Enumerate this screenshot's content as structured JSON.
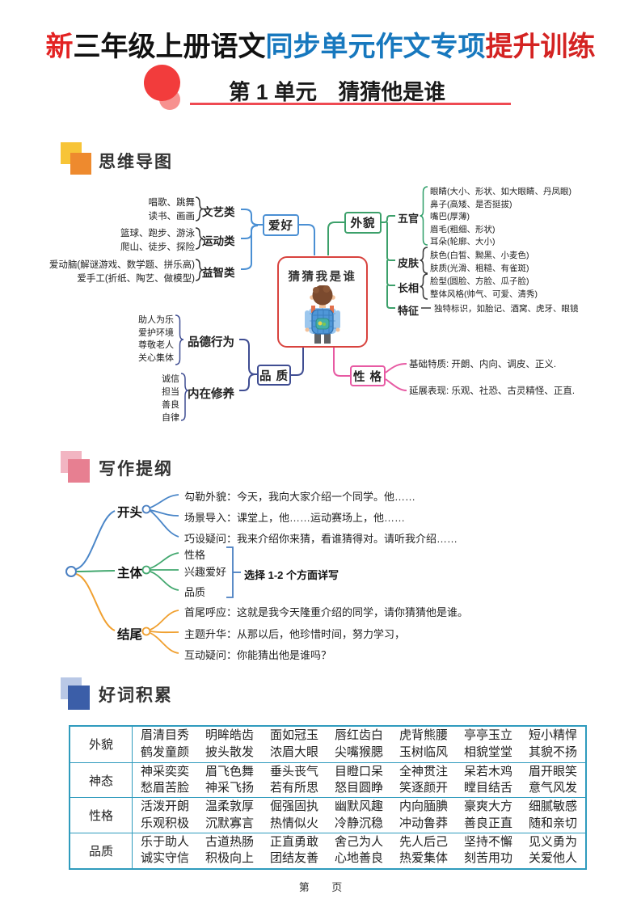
{
  "page": {
    "title_parts": [
      {
        "text": "新",
        "color": "#e32222"
      },
      {
        "text": "三年级上册语文",
        "color": "#111111"
      },
      {
        "text": "同步单元作文专项",
        "color": "#1778be"
      },
      {
        "text": "提升训练",
        "color": "#d42322"
      }
    ],
    "unit_title": "第 1 单元　猜猜他是谁",
    "footer": "第 页"
  },
  "sections": {
    "mindmap_heading": "思维导图",
    "outline_heading": "写作提纲",
    "words_heading": "好词积累"
  },
  "mindmap": {
    "center": "猜猜我是谁",
    "hobby": {
      "label": "爱好",
      "groups": [
        {
          "label": "文艺类",
          "lines": "唱歌、跳舞\n读书、画画"
        },
        {
          "label": "运动类",
          "lines": "篮球、跑步、游泳\n爬山、徒步、探险"
        },
        {
          "label": "益智类",
          "lines": "爱动脑(解谜游戏、数学题、拼乐高)\n爱手工(折纸、陶艺、做模型)"
        }
      ]
    },
    "appearance": {
      "label": "外貌",
      "groups": [
        {
          "label": "五官",
          "lines": "眼睛(大小、形状、如大眼睛、丹凤眼)\n鼻子(高矮、是否挺拔)\n嘴巴(厚薄)\n眉毛(粗细、形状)\n耳朵(轮廓、大小)"
        },
        {
          "label": "皮肤",
          "lines": "肤色(白皙、黝黑、小麦色)\n肤质(光滑、粗糙、有雀斑)"
        },
        {
          "label": "长相",
          "lines": "脸型(圆脸、方脸、瓜子脸)\n整体风格(帅气、可爱、清秀)"
        },
        {
          "label": "特征",
          "lines": "独特标识，如胎记、酒窝、虎牙、眼镜"
        }
      ]
    },
    "quality": {
      "label": "品 质",
      "groups": [
        {
          "label": "品德行为",
          "lines": "助人为乐\n爱护环境\n尊敬老人\n关心集体"
        },
        {
          "label": "内在修养",
          "lines": "诚信\n担当\n善良\n自律"
        }
      ]
    },
    "personality": {
      "label": "性 格",
      "items": [
        "基础特质: 开朗、内向、调皮、正义.",
        "延展表现: 乐观、社恐、古灵精怪、正直."
      ]
    }
  },
  "outline": {
    "nodes": [
      {
        "label": "开头",
        "items": [
          "勾勒外貌：今天，我向大家介绍一个同学。他……",
          "场景导入：课堂上，他……运动赛场上，他……",
          "巧设疑问：我来介绍你来猜，看谁猜得对。请听我介绍……"
        ]
      },
      {
        "label": "主体",
        "items": [
          "性格",
          "兴趣爱好",
          "品质"
        ],
        "note": "选择 1-2 个方面详写"
      },
      {
        "label": "结尾",
        "items": [
          "首尾呼应：这就是我今天隆重介绍的同学，请你猜猜他是谁。",
          "主题升华：从那以后，他珍惜时间，努力学习，",
          "互动疑问：你能猜出他是谁吗？"
        ]
      }
    ]
  },
  "words_table": {
    "rows": [
      {
        "label": "外貌",
        "line1": [
          "眉清目秀",
          "明眸皓齿",
          "面如冠玉",
          "唇红齿白",
          "虎背熊腰",
          "亭亭玉立",
          "短小精悍"
        ],
        "line2": [
          "鹤发童颜",
          "披头散发",
          "浓眉大眼",
          "尖嘴猴腮",
          "玉树临风",
          "相貌堂堂",
          "其貌不扬"
        ]
      },
      {
        "label": "神态",
        "line1": [
          "神采奕奕",
          "眉飞色舞",
          "垂头丧气",
          "目瞪口呆",
          "全神贯注",
          "呆若木鸡",
          "眉开眼笑"
        ],
        "line2": [
          "愁眉苦脸",
          "神采飞扬",
          "若有所思",
          "怒目圆睁",
          "笑逐颜开",
          "瞠目结舌",
          "意气风发"
        ]
      },
      {
        "label": "性格",
        "line1": [
          "活泼开朗",
          "温柔敦厚",
          "倔强固执",
          "幽默风趣",
          "内向腼腆",
          "豪爽大方",
          "细腻敏感"
        ],
        "line2": [
          "乐观积极",
          "沉默寡言",
          "热情似火",
          "冷静沉稳",
          "冲动鲁莽",
          "善良正直",
          "随和亲切"
        ]
      },
      {
        "label": "品质",
        "line1": [
          "乐于助人",
          "古道热肠",
          "正直勇敢",
          "舍己为人",
          "先人后己",
          "坚持不懈",
          "见义勇为"
        ],
        "line2": [
          "诚实守信",
          "积极向上",
          "团结友善",
          "心地善良",
          "热爱集体",
          "刻苦用功",
          "关爱他人"
        ]
      }
    ]
  }
}
